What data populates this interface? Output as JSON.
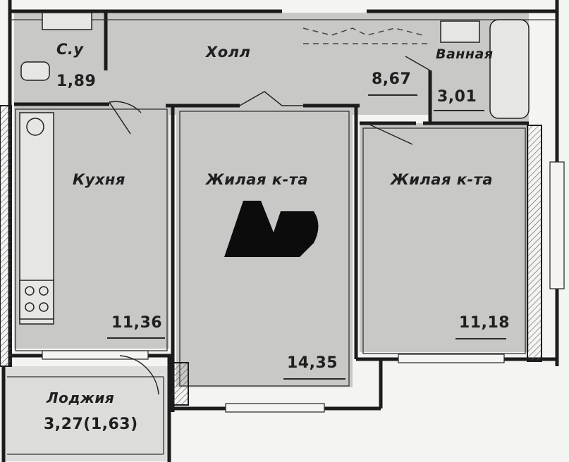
{
  "rooms": {
    "wc": {
      "name": "С.у",
      "area": "1,89"
    },
    "hall": {
      "name": "Холл",
      "area": "8,67"
    },
    "bath": {
      "name": "Ванная",
      "area": "3,01"
    },
    "kitchen": {
      "name": "Кухня",
      "area": "11,36"
    },
    "living1": {
      "name": "Жилая к-та",
      "area": "14,35"
    },
    "living2": {
      "name": "Жилая к-та",
      "area": "11,18"
    },
    "loggia": {
      "name": "Лоджия",
      "area": "3,27(1,63)"
    }
  },
  "colors": {
    "floor": "#c9c9c7",
    "wall": "#1c1c1c",
    "paper": "#f4f4f2",
    "watermark": "#0c0c0c"
  }
}
